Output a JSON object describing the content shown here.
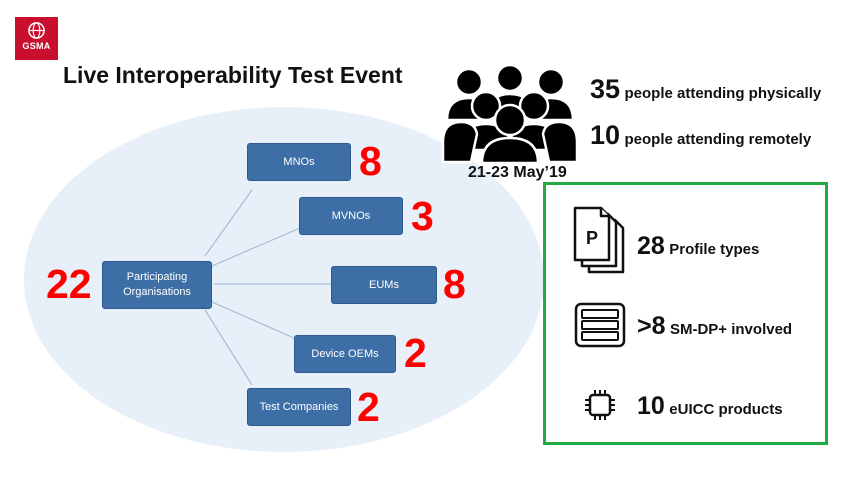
{
  "logo": {
    "text": "GSMA"
  },
  "title": "Live Interoperability Test Event",
  "diagram": {
    "center": {
      "label_line1": "Participating",
      "label_line2": "Organisations",
      "count": "22"
    },
    "branches": [
      {
        "label": "MNOs",
        "count": "8"
      },
      {
        "label": "MVNOs",
        "count": "3"
      },
      {
        "label": "EUMs",
        "count": "8"
      },
      {
        "label": "Device OEMs",
        "count": "2"
      },
      {
        "label": "Test Companies",
        "count": "2"
      }
    ]
  },
  "attendance": {
    "physical": {
      "count": "35",
      "text": "people attending physically"
    },
    "remote": {
      "count": "10",
      "text": "people attending remotely"
    },
    "dates": "21-23 May’19"
  },
  "facts": [
    {
      "count": "28",
      "text": "Profile types",
      "icon": "profile-document-icon"
    },
    {
      "count": ">8",
      "text": "SM-DP+ involved",
      "icon": "server-icon"
    },
    {
      "count": "10",
      "text": "eUICC products",
      "icon": "chip-icon"
    }
  ],
  "colors": {
    "accent_red": "#ff0000",
    "box_blue": "#3d6ea5",
    "ellipse_bg": "#e7eff8",
    "frame_green": "#22aa44",
    "logo_red": "#c8102e"
  }
}
